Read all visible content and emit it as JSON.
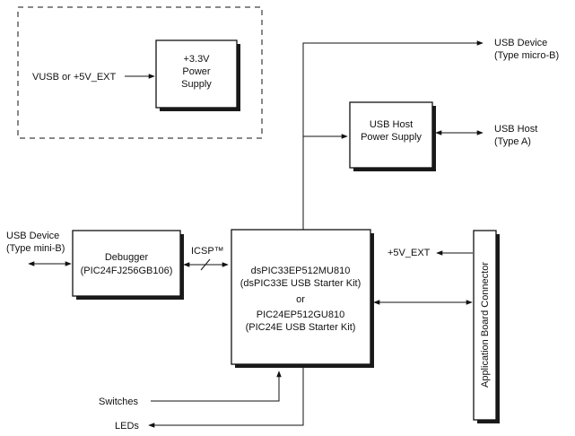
{
  "blocks": {
    "power_supply": [
      "+3.3V",
      "Power",
      "Supply"
    ],
    "usb_host_power": [
      "USB Host",
      "Power Supply"
    ],
    "debugger": [
      "Debugger",
      "(PIC24FJ256GB106)"
    ],
    "mcu": [
      "dsPIC33EP512MU810",
      "(dsPIC33E USB Starter Kit)",
      "or",
      "PIC24EP512GU810",
      "(PIC24E USB Starter Kit)"
    ],
    "app_connector": "Application Board Connector"
  },
  "labels": {
    "vusb_input": "VUSB or +5V_EXT",
    "usb_device_micro": [
      "USB Device",
      "(Type micro-B)"
    ],
    "usb_host_a": [
      "USB Host",
      "(Type A)"
    ],
    "usb_device_mini": [
      "USB Device",
      "(Type mini-B)"
    ],
    "icsp": "ICSP™",
    "ext_5v": "+5V_EXT",
    "switches": "Switches",
    "leds": "LEDs"
  }
}
